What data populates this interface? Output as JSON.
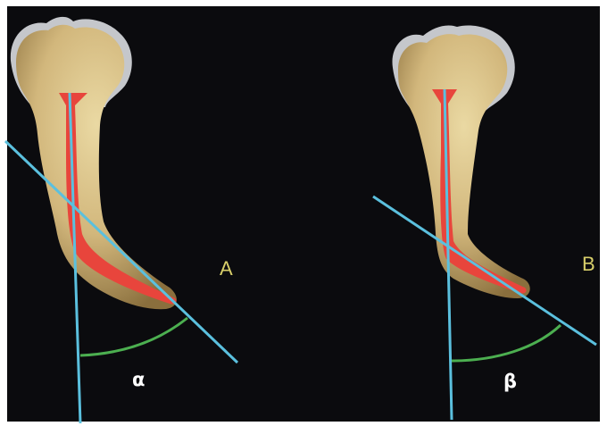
{
  "colors": {
    "background": "#0b0b0e",
    "frame": "#ffffff",
    "tooth_crown_rim": "#d9dbe0",
    "tooth_body": "#d2b77c",
    "root_canal": "#e8453c",
    "reference_lines": "#5bc0de",
    "angle_arc": "#4caf50",
    "panel_label": "#d8cf6a",
    "angle_label": "#ffffff"
  },
  "panels": [
    {
      "label": "A",
      "angle_symbol": "α"
    },
    {
      "label": "B",
      "angle_symbol": "β"
    }
  ]
}
